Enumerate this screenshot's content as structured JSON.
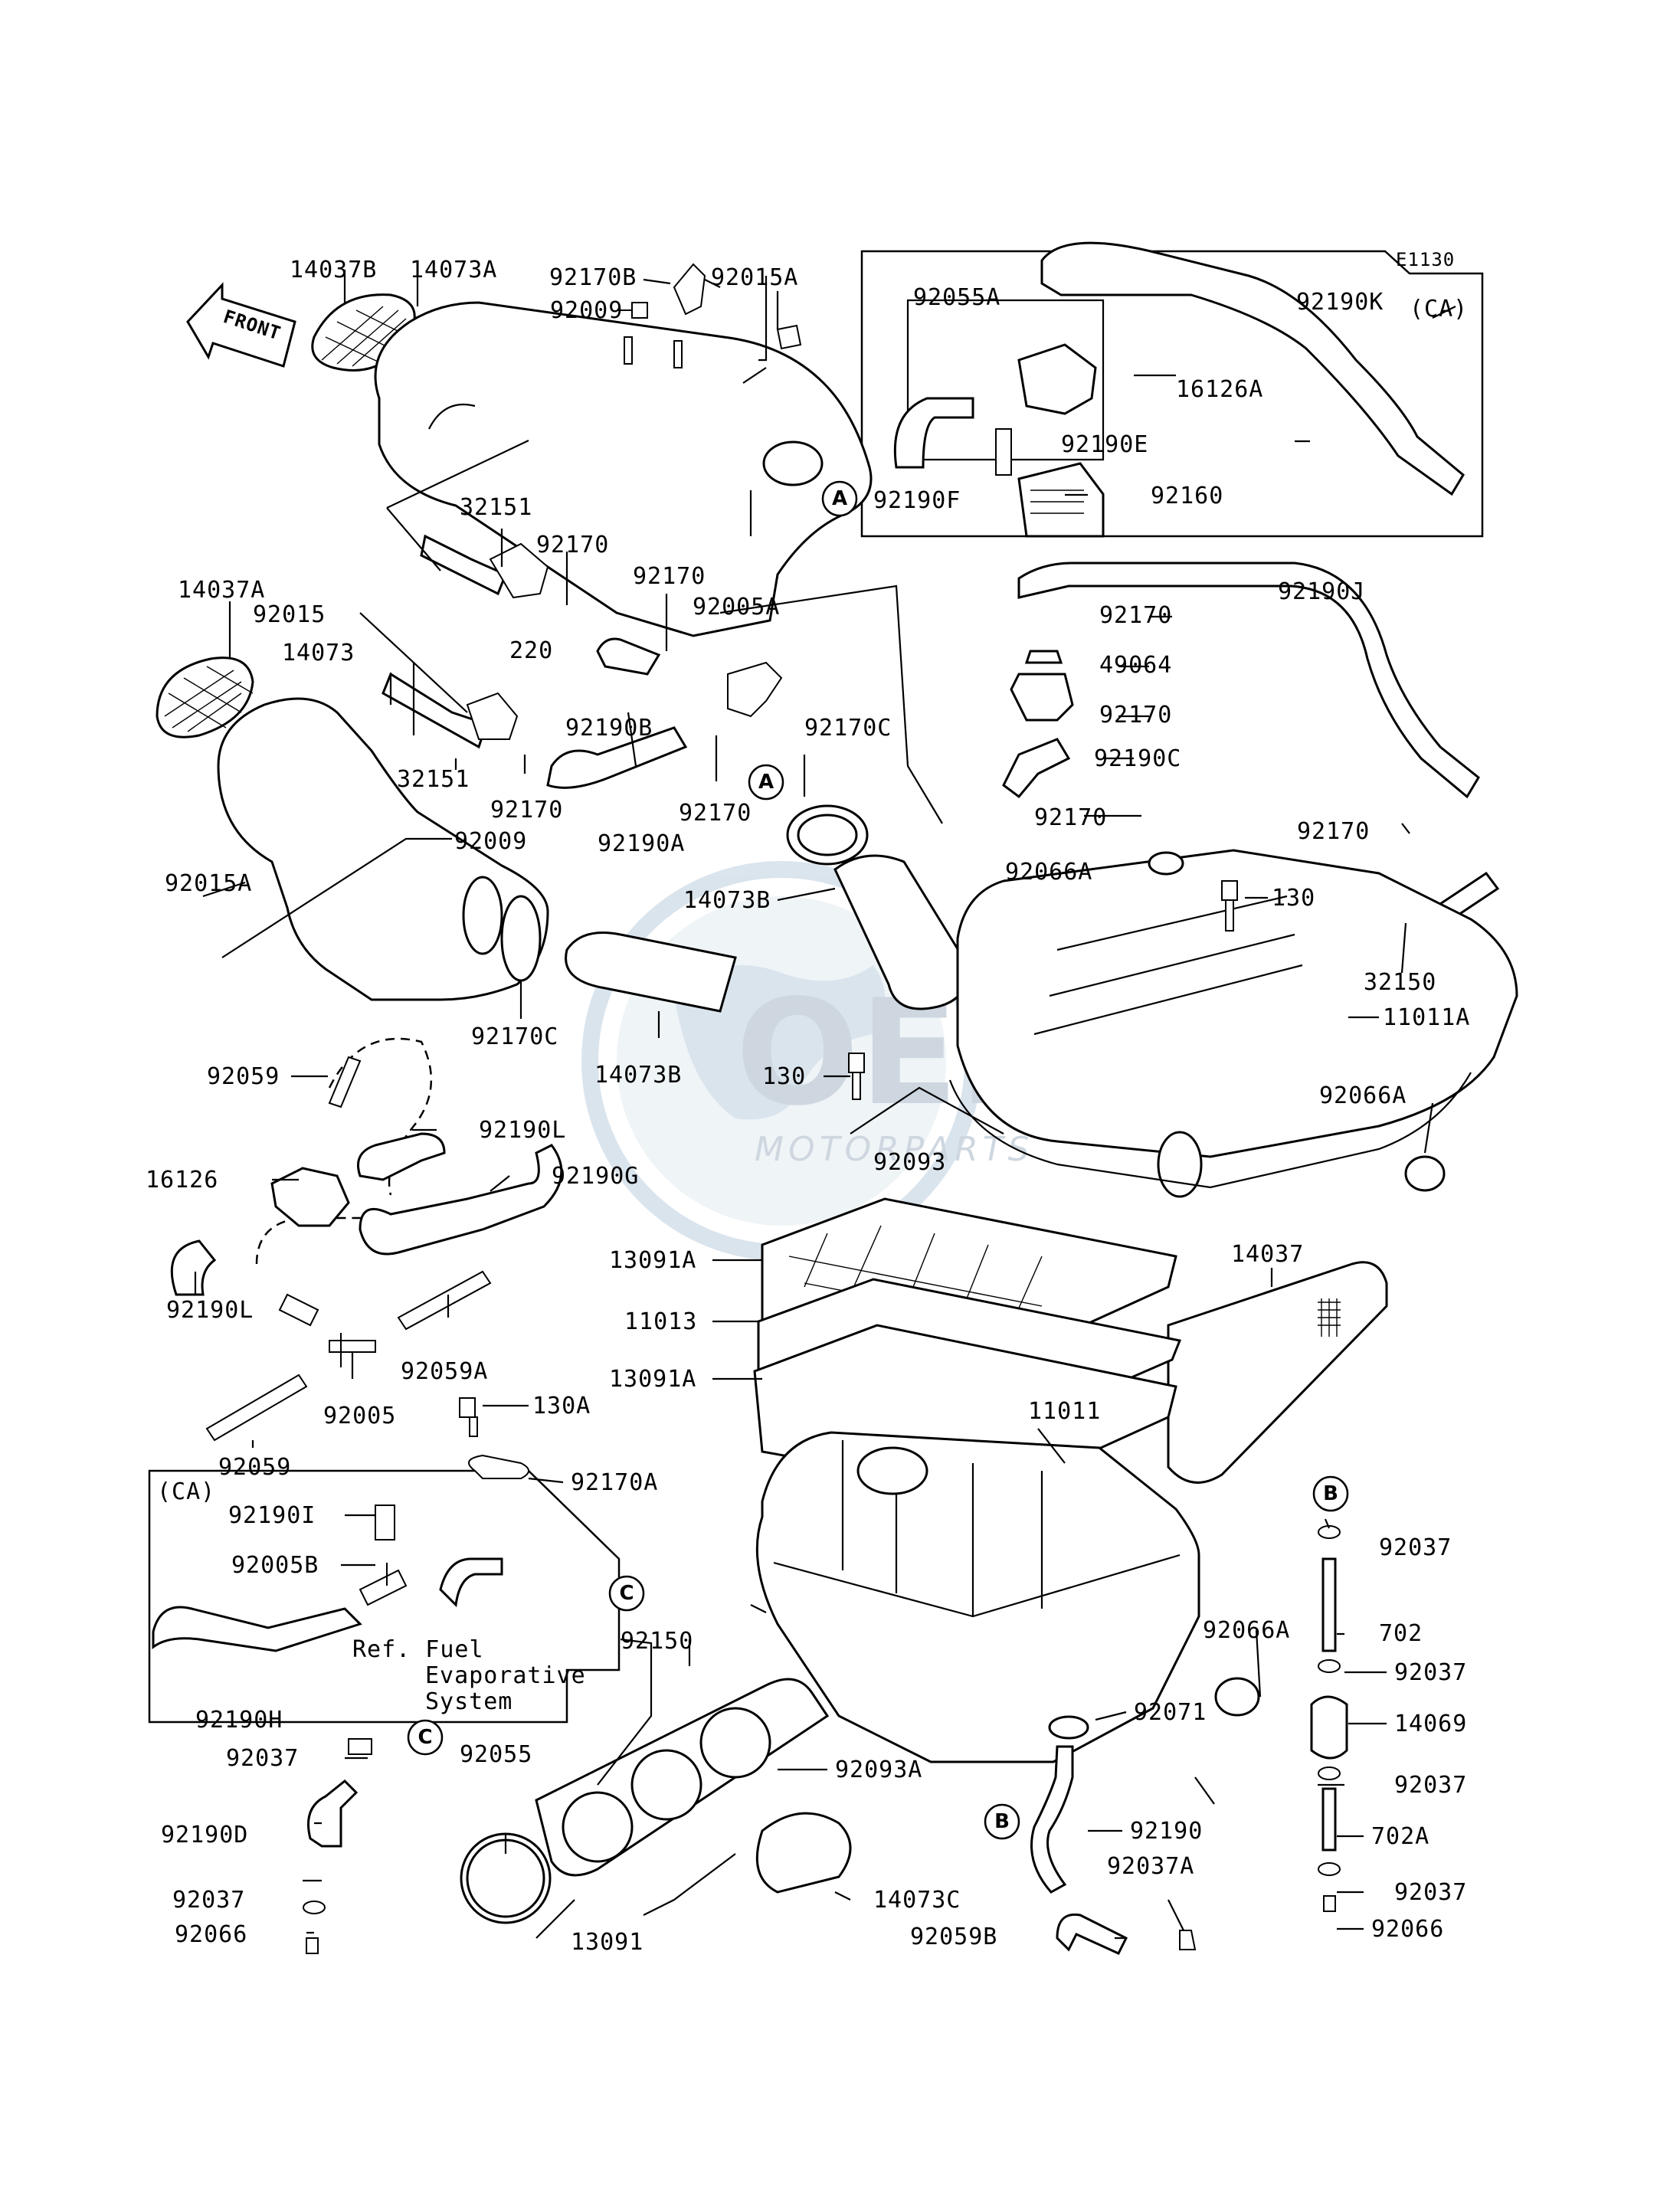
{
  "diagram_code": "E1130",
  "front_arrow_label": "FRONT",
  "watermark": {
    "brand": "OEM",
    "sub": "MOTORPARTS",
    "color": "#c9d3dd"
  },
  "ca_box_top_label": "(CA)",
  "ca_box_bottom_label": "(CA)",
  "ref_note": {
    "line1": "Ref. Fuel",
    "line2": "Evaporative",
    "line3": "System"
  },
  "callouts": {
    "A": "A",
    "B": "B",
    "C": "C"
  },
  "labels": {
    "l14037B": "14037B",
    "l14073A": "14073A",
    "l92170B": "92170B",
    "l92015A_top": "92015A",
    "l92009_top": "92009",
    "l92055A": "92055A",
    "l92190K": "92190K",
    "l16126A": "16126A",
    "l92190E": "92190E",
    "l92190F": "92190F",
    "l92160": "92160",
    "l32151_top": "32151",
    "l92170_a": "92170",
    "l14037A": "14037A",
    "l92015": "92015",
    "l92170_b": "92170",
    "l92005A": "92005A",
    "l14073": "14073",
    "l220": "220",
    "l92190B": "92190B",
    "l32151_mid": "32151",
    "l92170_c": "92170",
    "l92170_d": "92170",
    "l92190A": "92190A",
    "l92170C_top": "92170C",
    "l92009_mid": "92009",
    "l92015A_left": "92015A",
    "l92190J": "92190J",
    "l92170_e": "92170",
    "l49064": "49064",
    "l92170_f": "92170",
    "l92190C": "92190C",
    "l92170_g": "92170",
    "l92170_h": "92170",
    "l92066A_top": "92066A",
    "l130_top": "130",
    "l14073B_top": "14073B",
    "l32150": "32150",
    "l11011A": "11011A",
    "l92170C_low": "92170C",
    "l14073B_low": "14073B",
    "l130_mid": "130",
    "l92059_top": "92059",
    "l92066A_right": "92066A",
    "l92190L_top": "92190L",
    "l92093": "92093",
    "l16126": "16126",
    "l92190G": "92190G",
    "l13091A_top": "13091A",
    "l14037": "14037",
    "l92190L_low": "92190L",
    "l11013": "11013",
    "l92059A": "92059A",
    "l13091A_low": "13091A",
    "l92005": "92005",
    "l130A": "130A",
    "l11011": "11011",
    "l92059_low": "92059",
    "l92170A": "92170A",
    "l92190I": "92190I",
    "l92037_b1": "92037",
    "l92005B": "92005B",
    "l702": "702",
    "l92066A_low": "92066A",
    "l92150": "92150",
    "l92037_b2": "92037",
    "l92190H": "92190H",
    "l14069": "14069",
    "l92071": "92071",
    "l92037_c": "92037",
    "l92055": "92055",
    "l92093A": "92093A",
    "l92037_b3": "92037",
    "l92190": "92190",
    "l92190D": "92190D",
    "l702A": "702A",
    "l14073C": "14073C",
    "l92037A": "92037A",
    "l92037_d": "92037",
    "l92037_b4": "92037",
    "l92066_left": "92066",
    "l13091": "13091",
    "l92059B": "92059B",
    "l92066_right": "92066"
  }
}
